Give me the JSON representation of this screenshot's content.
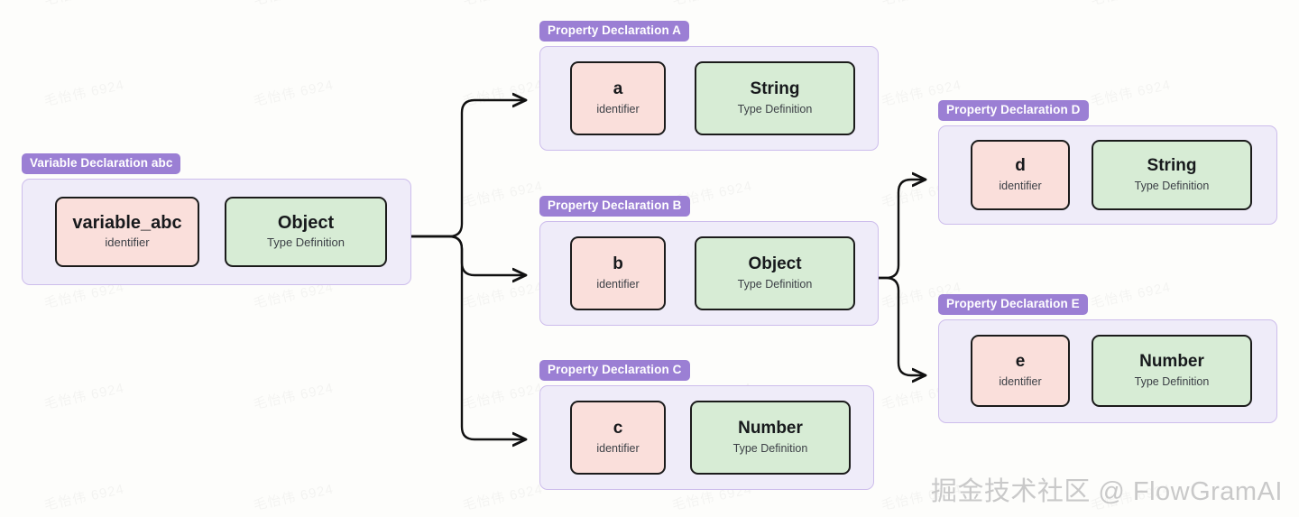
{
  "background": {
    "color": "#fdfdfb",
    "watermark_text": "毛怡伟 6924"
  },
  "theme": {
    "badge_color": "#9b7fd4",
    "badge_text_color": "#ffffff",
    "container_fill": "#efecf9",
    "container_border": "#cdbdec",
    "identifier_fill": "#fadfdb",
    "type_fill": "#d7ecd5",
    "cell_border": "#1b1b1b",
    "edge_color": "#111111"
  },
  "credit": "掘金技术社区 @ FlowGramAI",
  "labels": {
    "identifier_sub": "identifier",
    "type_sub": "Type Definition"
  },
  "nodes": {
    "variable": {
      "badge": "Variable Declaration abc",
      "identifier": "variable_abc",
      "identifier_sub": "identifier",
      "type": "Object",
      "type_sub": "Type Definition"
    },
    "prop_a": {
      "badge": "Property Declaration A",
      "identifier": "a",
      "identifier_sub": "identifier",
      "type": "String",
      "type_sub": "Type Definition"
    },
    "prop_b": {
      "badge": "Property Declaration B",
      "identifier": "b",
      "identifier_sub": "identifier",
      "type": "Object",
      "type_sub": "Type Definition"
    },
    "prop_c": {
      "badge": "Property Declaration C",
      "identifier": "c",
      "identifier_sub": "identifier",
      "type": "Number",
      "type_sub": "Type Definition"
    },
    "prop_d": {
      "badge": "Property Declaration D",
      "identifier": "d",
      "identifier_sub": "identifier",
      "type": "String",
      "type_sub": "Type Definition"
    },
    "prop_e": {
      "badge": "Property Declaration E",
      "identifier": "e",
      "identifier_sub": "identifier",
      "type": "Number",
      "type_sub": "Type Definition"
    }
  },
  "edges": [
    {
      "from": "variable",
      "to": "prop_a"
    },
    {
      "from": "variable",
      "to": "prop_b"
    },
    {
      "from": "variable",
      "to": "prop_c"
    },
    {
      "from": "prop_b",
      "to": "prop_d"
    },
    {
      "from": "prop_b",
      "to": "prop_e"
    }
  ]
}
